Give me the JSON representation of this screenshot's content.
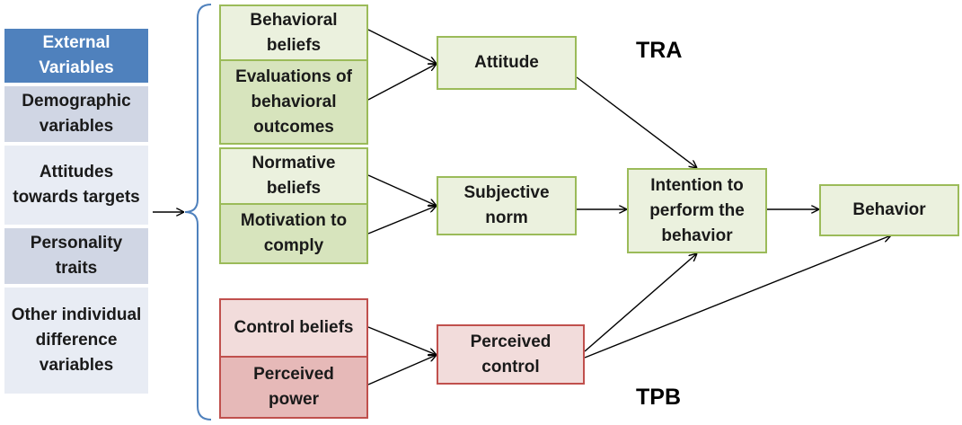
{
  "external": {
    "header": "External Variables",
    "items": [
      "Demographic variables",
      "Attitudes towards targets",
      "Personality traits",
      "Other individual difference variables"
    ]
  },
  "beliefs": {
    "behavioral_beliefs": "Behavioral beliefs",
    "evaluations": "Evaluations of behavioral outcomes",
    "normative_beliefs": "Normative beliefs",
    "motivation": "Motivation to comply",
    "control_beliefs": "Control beliefs",
    "perceived_power": "Perceived power"
  },
  "constructs": {
    "attitude": "Attitude",
    "subjective_norm": "Subjective norm",
    "perceived_control": "Perceived control",
    "intention": "Intention to perform the behavior",
    "behavior": "Behavior"
  },
  "labels": {
    "tra": "TRA",
    "tpb": "TPB"
  },
  "colors": {
    "header_blue": "#4f81bd",
    "green_border": "#9bbb59",
    "green_light": "#ebf1de",
    "green_dark": "#d7e4bd",
    "red_border": "#c0504d",
    "red_light": "#f2dcdb",
    "red_dark": "#e6b9b8",
    "bracket": "#4f81bd"
  }
}
